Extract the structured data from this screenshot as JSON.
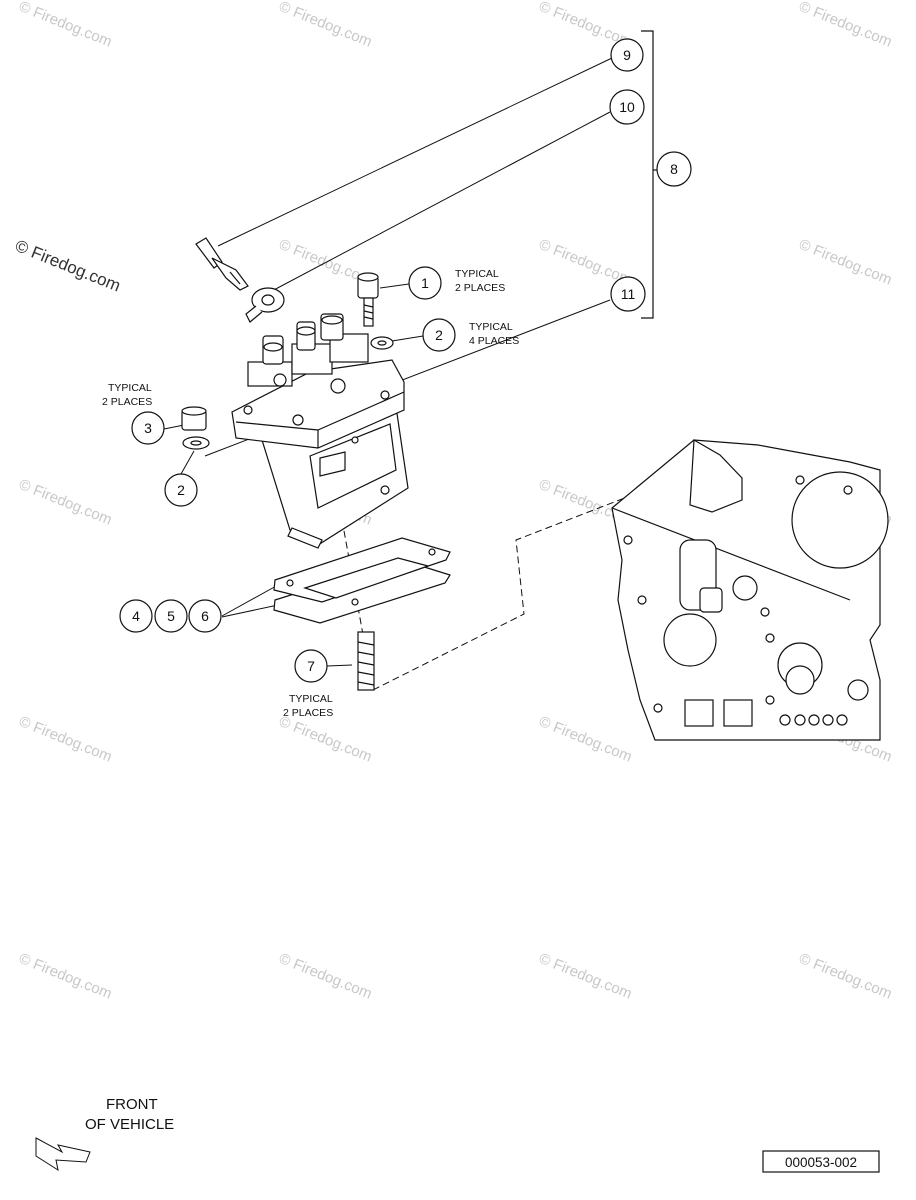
{
  "watermark": {
    "text": "© Firedog.com"
  },
  "callouts": [
    {
      "id": "c9",
      "label": "9"
    },
    {
      "id": "c10",
      "label": "10"
    },
    {
      "id": "c8",
      "label": "8"
    },
    {
      "id": "c1",
      "label": "1"
    },
    {
      "id": "c2a",
      "label": "2"
    },
    {
      "id": "c11",
      "label": "11"
    },
    {
      "id": "c3",
      "label": "3"
    },
    {
      "id": "c2b",
      "label": "2"
    },
    {
      "id": "c4",
      "label": "4"
    },
    {
      "id": "c5",
      "label": "5"
    },
    {
      "id": "c6",
      "label": "6"
    },
    {
      "id": "c7",
      "label": "7"
    }
  ],
  "notes": {
    "typical": "TYPICAL",
    "two_places": "2 PLACES",
    "four_places": "4 PLACES"
  },
  "front_of_vehicle": {
    "line1": "FRONT",
    "line2": "OF VEHICLE"
  },
  "drawing_number": "000053-002"
}
